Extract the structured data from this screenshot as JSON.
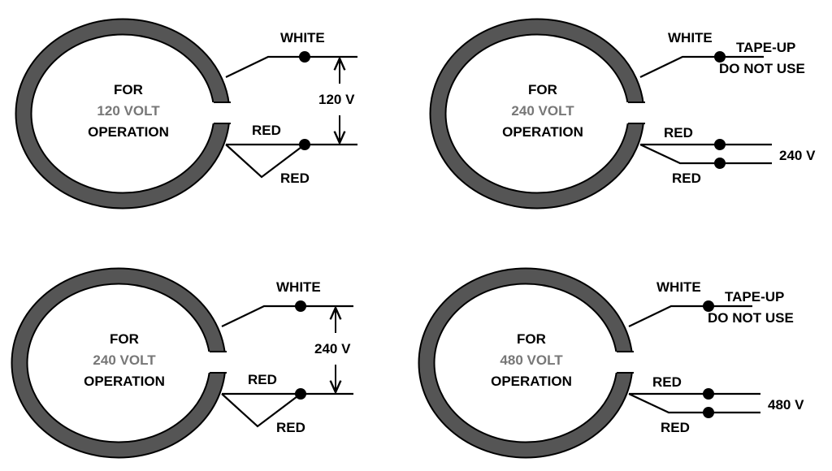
{
  "colors": {
    "ring": "#555555",
    "voltage_text": "#777777",
    "wire": "#000000"
  },
  "diagrams": [
    {
      "config": "jumpered",
      "line1": "FOR",
      "voltage": "120 VOLT",
      "line3": "OPERATION",
      "white_label": "WHITE",
      "red_label_1": "RED",
      "red_label_2": "RED",
      "supply_label": "120 V"
    },
    {
      "config": "split",
      "line1": "FOR",
      "voltage": "240 VOLT",
      "line3": "OPERATION",
      "white_label": "WHITE",
      "tape_label": "TAPE-UP",
      "do_not_use_label": "DO NOT USE",
      "red_label_1": "RED",
      "red_label_2": "RED",
      "supply_label": "240 V"
    },
    {
      "config": "jumpered",
      "line1": "FOR",
      "voltage": "240 VOLT",
      "line3": "OPERATION",
      "white_label": "WHITE",
      "red_label_1": "RED",
      "red_label_2": "RED",
      "supply_label": "240 V"
    },
    {
      "config": "split",
      "line1": "FOR",
      "voltage": "480 VOLT",
      "line3": "OPERATION",
      "white_label": "WHITE",
      "tape_label": "TAPE-UP",
      "do_not_use_label": "DO NOT USE",
      "red_label_1": "RED",
      "red_label_2": "RED",
      "supply_label": "480 V"
    }
  ]
}
